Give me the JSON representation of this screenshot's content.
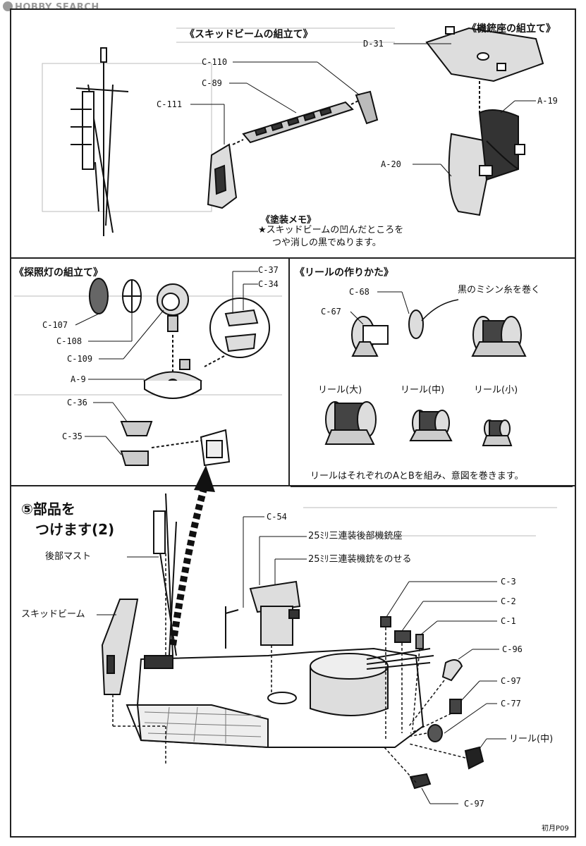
{
  "watermark": "HOBBY SEARCH",
  "skid_beam": {
    "title": "《スキッドビームの組立て》",
    "parts": [
      "C-111",
      "C-89",
      "C-110"
    ],
    "paint_memo_title": "《塗装メモ》",
    "paint_memo_line1": "★スキッドビームの凹んだところを",
    "paint_memo_line2": "つや消しの黒でぬります。"
  },
  "gun_mount": {
    "title": "《機銃座の組立て》",
    "parts": [
      "D-31",
      "A-19",
      "A-20"
    ]
  },
  "searchlight": {
    "title": "《探照灯の組立て》",
    "parts": [
      "C-37",
      "C-34",
      "C-107",
      "C-108",
      "C-109",
      "A-9",
      "C-36",
      "C-35"
    ]
  },
  "reel": {
    "title": "《リールの作りかた》",
    "parts": [
      "C-68",
      "C-67"
    ],
    "thread_note": "黒のミシン糸を巻く",
    "sizes": [
      "リール(大)",
      "リール(中)",
      "リール(小)"
    ],
    "bottom_note": "リールはそれぞれのAとBを組み、意図を巻きます。"
  },
  "step5": {
    "title_line1": "⑤部品を",
    "title_line2": "つけます(2)",
    "labels": {
      "aft_mast": "後部マスト",
      "skid_beam": "スキッドビーム",
      "c54": "C-54",
      "mount_base": "25ﾐﾘ三連装後部機銃座",
      "mount_gun": "25ﾐﾘ三連装機銃をのせる",
      "c3": "C-3",
      "c2": "C-2",
      "c1": "C-1",
      "c96": "C-96",
      "c97a": "C-97",
      "c77": "C-77",
      "reel_mid": "リール(中)",
      "c97b": "C-97"
    }
  },
  "page_number": "初月P09"
}
